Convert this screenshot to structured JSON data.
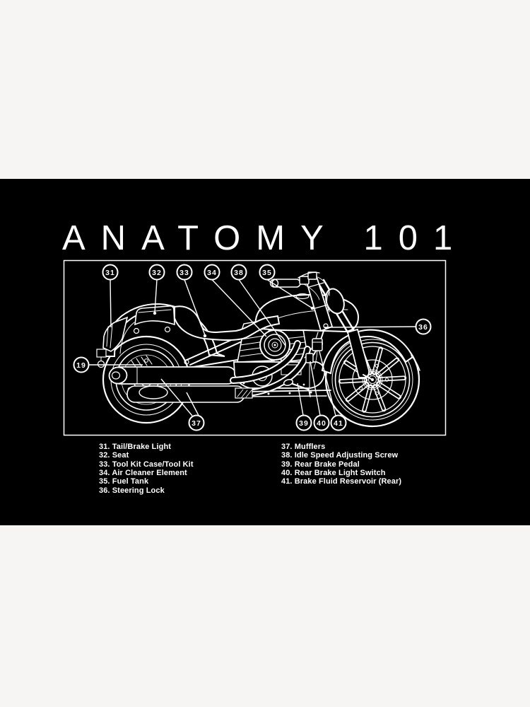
{
  "artwork": {
    "title": "ANATOMY 101",
    "background_color": "#f6f5f4",
    "panel_color": "#000000",
    "ink_color": "#ffffff"
  },
  "callouts": [
    "19",
    "31",
    "32",
    "33",
    "34",
    "38",
    "35",
    "36",
    "37",
    "39",
    "40",
    "41"
  ],
  "legend": {
    "left": [
      "31. Tail/Brake Light",
      "32. Seat",
      "33. Tool Kit Case/Tool Kit",
      "34. Air Cleaner Element",
      "35. Fuel Tank",
      "36. Steering Lock"
    ],
    "right": [
      "37. Mufflers",
      "38. Idle Speed Adjusting Screw",
      "39. Rear Brake Pedal",
      "40. Rear Brake Light Switch",
      "41. Brake Fluid Reservoir (Rear)"
    ]
  }
}
